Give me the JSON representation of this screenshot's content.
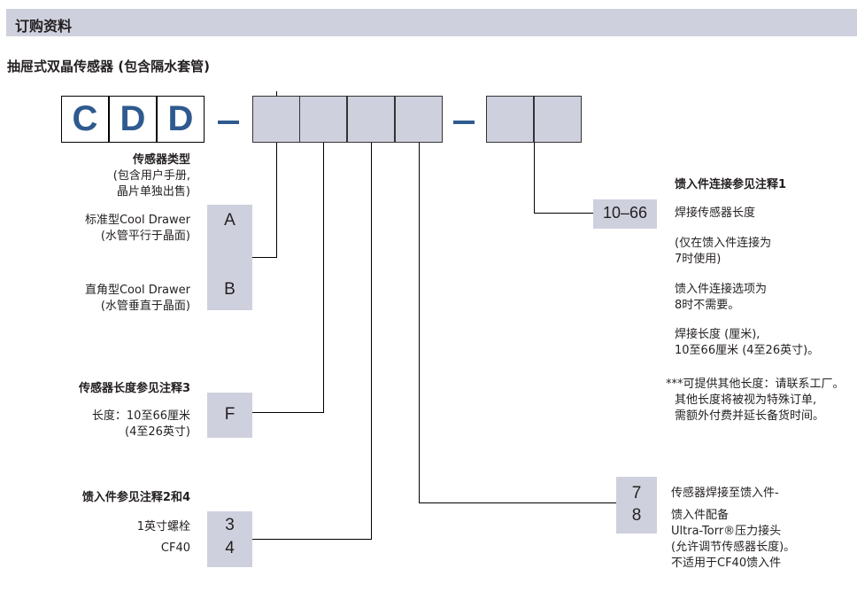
{
  "header": {
    "title": "订购资料"
  },
  "subtitle": "抽屉式双晶传感器 (包含隔水套管)",
  "prefix": [
    "C",
    "D",
    "D"
  ],
  "sensor_type": {
    "heading": "传感器类型",
    "note1": "(包含用户手册,",
    "note2": "晶片单独出售)",
    "a_label1": "标准型Cool Drawer",
    "a_label2": "(水管平行于晶面)",
    "a_code": "A",
    "b_label1": "直角型Cool Drawer",
    "b_label2": "(水管垂直于晶面)",
    "b_code": "B"
  },
  "sensor_length": {
    "heading": "传感器长度参见注释3",
    "label1": "长度：10至66厘米",
    "label2": "(4至26英寸)",
    "code": "F"
  },
  "feedthrough": {
    "heading": "馈入件参见注释2和4",
    "opt3": "1英寸螺栓",
    "code3": "3",
    "opt4": "CF40",
    "code4": "4"
  },
  "connection": {
    "heading": "馈入件连接参见注释1",
    "code": "10–66",
    "l1": "焊接传感器长度",
    "l2": "(仅在馈入件连接为",
    "l3": "7时使用)",
    "l4": "馈入件连接选项为",
    "l5": "8时不需要。",
    "l6": "焊接长度 (厘米),",
    "l7": "10至66厘米 (4至26英寸)。",
    "n1": "***可提供其他长度：请联系工厂。",
    "n2": "其他长度将被视为特殊订单,",
    "n3": "需额外付费并延长备货时间。"
  },
  "weld": {
    "code7": "7",
    "code8": "8",
    "l1": "传感器焊接至馈入件-",
    "l2": "馈入件配备",
    "l3": "Ultra-Torr®压力接头",
    "l4": "(允许调节传感器长度)。",
    "l5": "不适用于CF40馈入件"
  }
}
